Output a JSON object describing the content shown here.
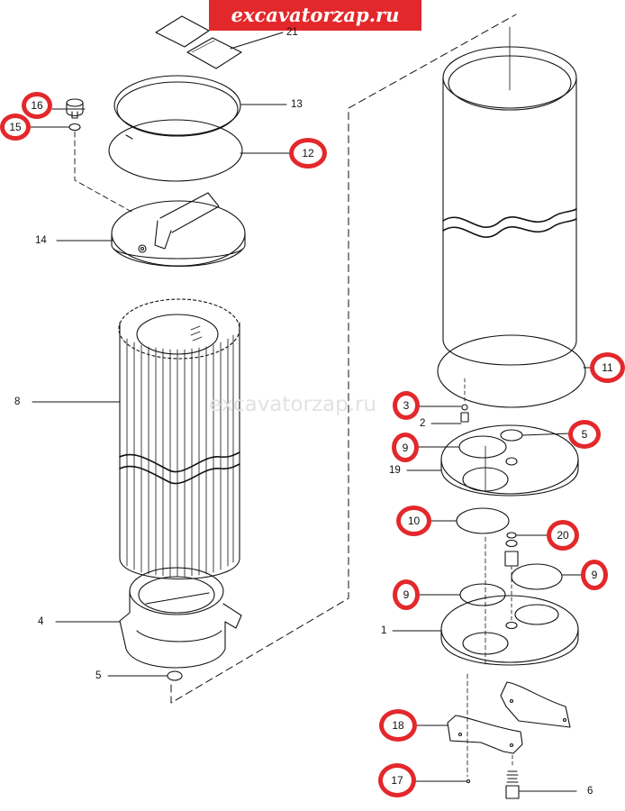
{
  "header": {
    "site_title": "excavatorzap.ru"
  },
  "watermark": {
    "text": "excavatorzap.ru"
  },
  "callouts": {
    "c21": "21",
    "c13": "13",
    "c14": "14",
    "c8": "8",
    "c4": "4",
    "c5_left": "5",
    "c3": "3",
    "c2": "2",
    "c19": "19",
    "c1": "1",
    "c6": "6",
    "c16": "16",
    "c15": "15",
    "c12": "12",
    "c11": "11",
    "c5_right": "5",
    "c9_upper": "9",
    "c10": "10",
    "c20": "20",
    "c9_right": "9",
    "c9_lower": "9",
    "c18": "18",
    "c17": "17"
  },
  "colors": {
    "highlight_ring": "#e3282b",
    "banner_bg": "#e3282b",
    "line_art": "#111111",
    "watermark": "#e2e2e2"
  }
}
